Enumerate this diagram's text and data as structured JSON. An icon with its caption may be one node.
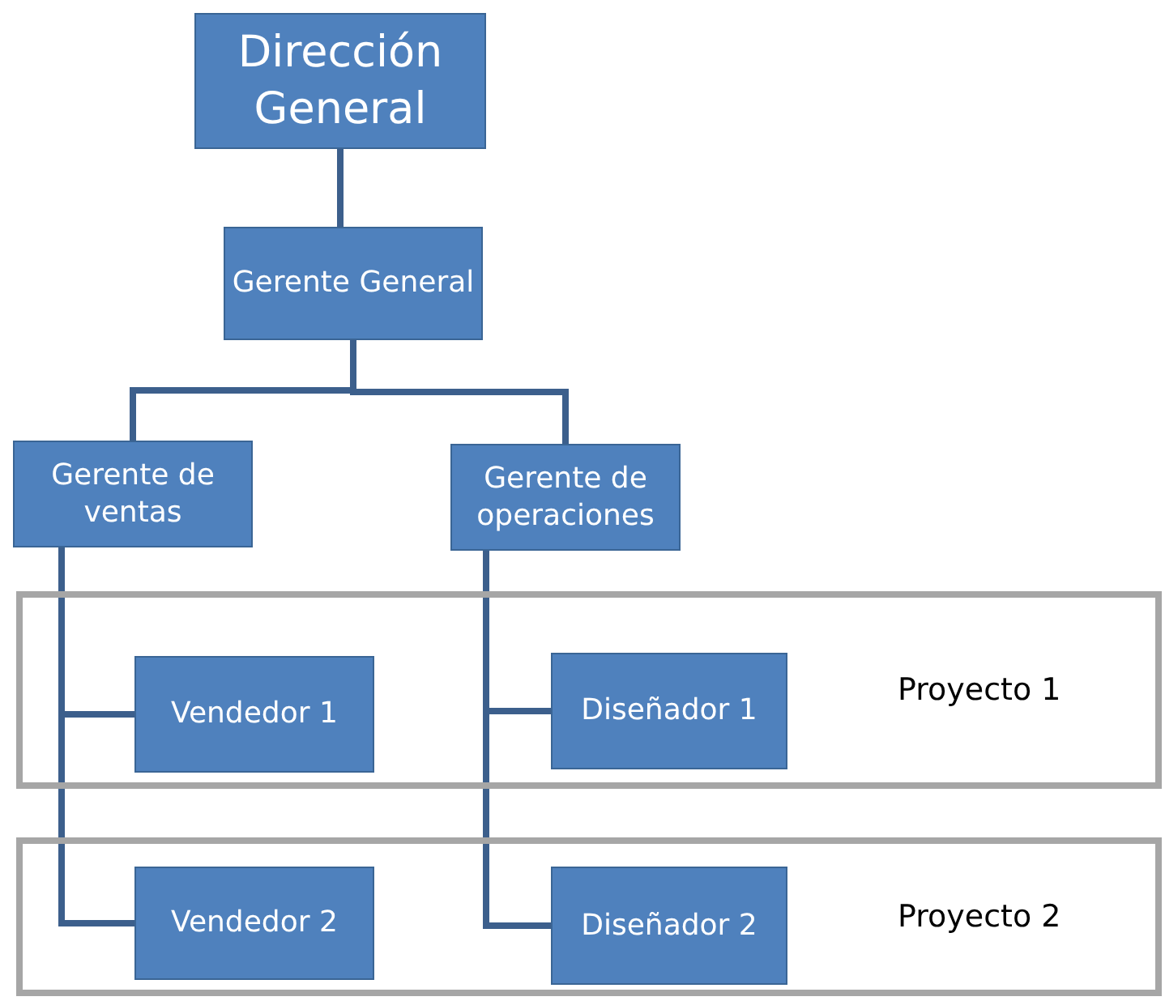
{
  "diagram": {
    "nodes": [
      {
        "text": [
          "Dirección General"
        ]
      },
      {
        "text": [
          "Gerente General"
        ]
      },
      {
        "text": [
          "Gerente de ventas"
        ]
      },
      {
        "text": [
          "Gerente de operaciones"
        ]
      },
      {
        "text": [
          "Proyecto 1"
        ]
      },
      {
        "text": [
          "Vendedor 1"
        ],
        "in": 4
      },
      {
        "text": [
          "Diseñador 1"
        ],
        "in": 4
      },
      {
        "text": [
          "Proyecto 2"
        ]
      },
      {
        "text": [
          "Vendedor 2"
        ],
        "in": 7
      },
      {
        "text": [
          "Diseñador 2"
        ],
        "in": 7
      }
    ],
    "edges": [
      {
        "from": 0,
        "to": 1,
        "arrow": "none"
      },
      {
        "from": 1,
        "to": 2,
        "arrow": "none"
      },
      {
        "from": 1,
        "to": 3,
        "arrow": "none"
      },
      {
        "from": 2,
        "to": 5,
        "arrow": "none"
      },
      {
        "from": 2,
        "to": 8,
        "arrow": "none"
      },
      {
        "from": 3,
        "to": 6,
        "arrow": "none"
      },
      {
        "from": 3,
        "to": 9,
        "arrow": "none"
      }
    ]
  }
}
